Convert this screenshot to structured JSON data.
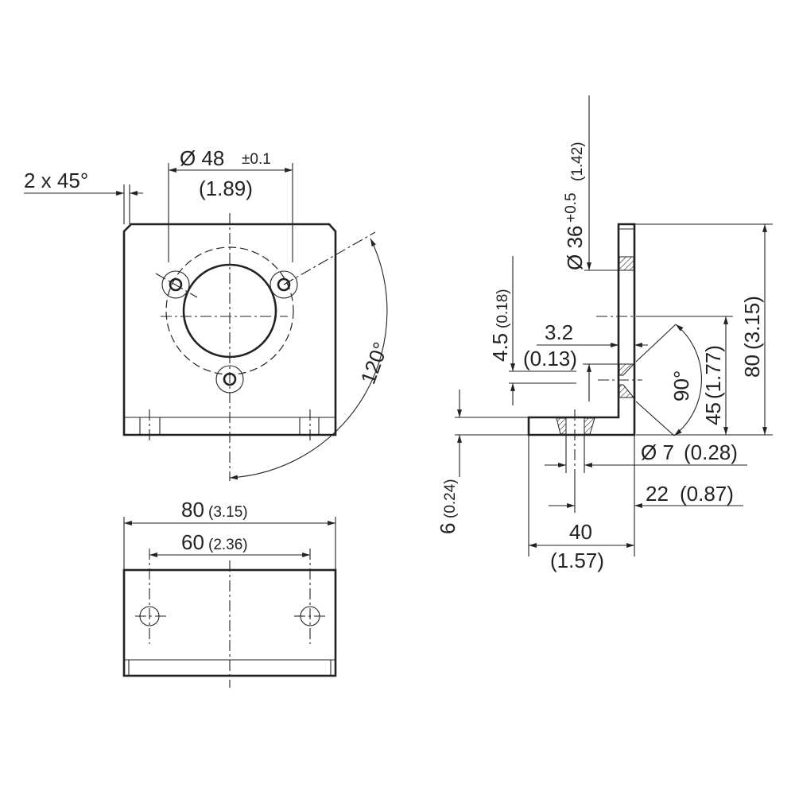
{
  "front_view": {
    "chamfer": "2 x 45°",
    "bore_diameter": "Ø 48",
    "bore_tolerance": "±0.1",
    "bore_inch": "(1.89)",
    "angle": "120°"
  },
  "bottom_view": {
    "width": "80",
    "width_inch": "(3.15)",
    "hole_spacing": "60",
    "hole_spacing_inch": "(2.36)"
  },
  "side_view": {
    "pcd": "Ø 36",
    "pcd_tolerance": "+0.5",
    "pcd_inch": "(1.42)",
    "offset": "4.5",
    "offset_inch": "(0.18)",
    "thickness": "3.2",
    "thickness_inch": "(0.13)",
    "base_thickness": "6",
    "base_thickness_inch": "(0.24)",
    "countersink_angle": "90°",
    "height": "80",
    "height_inch": "(3.15)",
    "center_height": "45",
    "center_height_inch": "(1.77)",
    "hole_diameter": "Ø 7",
    "hole_diameter_inch": "(0.28)",
    "hole_offset": "22",
    "hole_offset_inch": "(0.87)",
    "depth": "40",
    "depth_inch": "(1.57)"
  }
}
